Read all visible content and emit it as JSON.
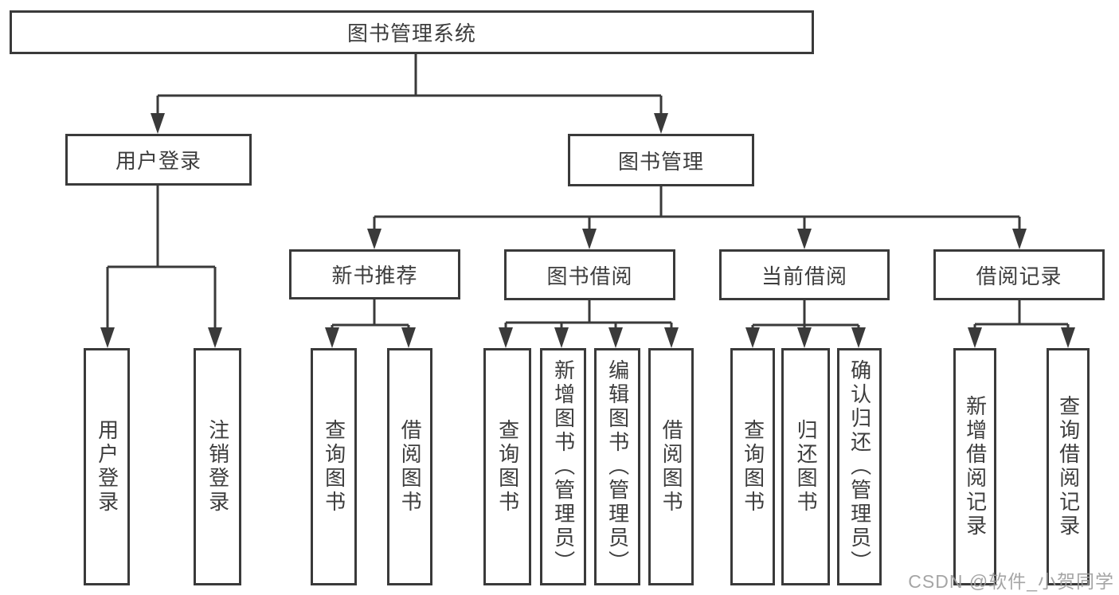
{
  "diagram": {
    "root": {
      "label": "图书管理系统"
    },
    "branches": [
      {
        "label": "用户登录",
        "children": [
          {
            "label": "用户登录"
          },
          {
            "label": "注销登录"
          }
        ]
      },
      {
        "label": "图书管理",
        "children": [
          {
            "label": "新书推荐",
            "children": [
              {
                "label": "查询图书"
              },
              {
                "label": "借阅图书"
              }
            ]
          },
          {
            "label": "图书借阅",
            "children": [
              {
                "label": "查询图书"
              },
              {
                "label": "新增图书（管理员）"
              },
              {
                "label": "编辑图书（管理员）"
              },
              {
                "label": "借阅图书"
              }
            ]
          },
          {
            "label": "当前借阅",
            "children": [
              {
                "label": "查询图书"
              },
              {
                "label": "归还图书"
              },
              {
                "label": "确认归还（管理员）"
              }
            ]
          },
          {
            "label": "借阅记录",
            "children": [
              {
                "label": "新增借阅记录"
              },
              {
                "label": "查询借阅记录"
              }
            ]
          }
        ]
      }
    ]
  },
  "watermark": {
    "text": "CSDN @软件_小贺同学"
  },
  "colors": {
    "line": "#3a3a3a",
    "text": "#3d3d3d",
    "background": "#ffffff",
    "watermark": "#9e9e9e"
  }
}
